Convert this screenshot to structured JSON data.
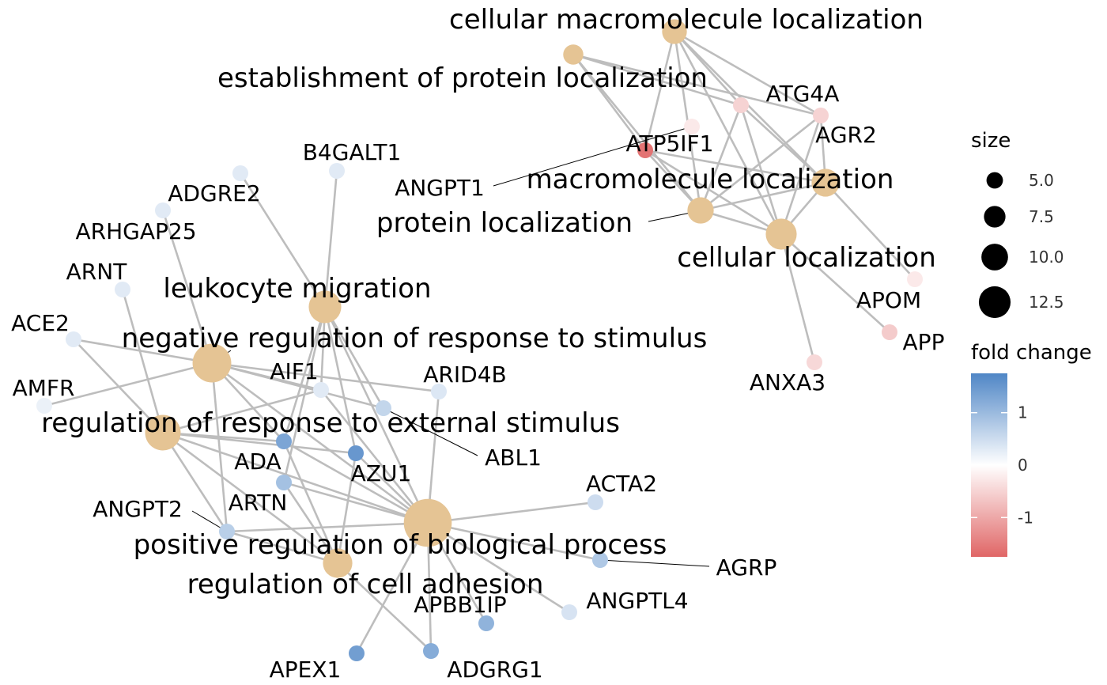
{
  "colors": {
    "term": "#E5C494",
    "edge": "#BDBDBD",
    "scale_high": "#4F86C6",
    "scale_mid": "#FFFFFF",
    "scale_low": "#E06666"
  },
  "terms": [
    {
      "id": "t_cml",
      "label": "cellular macromolecule localization",
      "size": 6.5
    },
    {
      "id": "t_epl",
      "label": "establishment of protein localization",
      "size": 5.0
    },
    {
      "id": "t_ml",
      "label": "macromolecule localization",
      "size": 7.5
    },
    {
      "id": "t_pl",
      "label": "protein localization",
      "size": 7.0
    },
    {
      "id": "t_cl",
      "label": "cellular localization",
      "size": 8.5
    },
    {
      "id": "t_lm",
      "label": "leukocyte migration",
      "size": 9.0
    },
    {
      "id": "t_nrrs",
      "label": "negative regulation of response to stimulus",
      "size": 11.0
    },
    {
      "id": "t_rres",
      "label": "regulation of response to external stimulus",
      "size": 10.0
    },
    {
      "id": "t_prbp",
      "label": "positive regulation of biological process",
      "size": 14.0
    },
    {
      "id": "t_rca",
      "label": "regulation of cell adhesion",
      "size": 8.0
    }
  ],
  "genes": [
    {
      "id": "CML_hidden",
      "label": "",
      "fold_change": 0
    },
    {
      "id": "ATG4A",
      "label": "ATG4A",
      "fold_change": -0.5
    },
    {
      "id": "AGR2",
      "label": "AGR2",
      "fold_change": -0.5
    },
    {
      "id": "ATP5IF1",
      "label": "ATP5IF1",
      "fold_change": -1.6
    },
    {
      "id": "ANGPT1",
      "label": "ANGPT1",
      "fold_change": -0.25
    },
    {
      "id": "APOM",
      "label": "APOM",
      "fold_change": -0.25
    },
    {
      "id": "APP",
      "label": "APP",
      "fold_change": -0.6
    },
    {
      "id": "ANXA3",
      "label": "ANXA3",
      "fold_change": -0.45
    },
    {
      "id": "B4GALT1",
      "label": "B4GALT1",
      "fold_change": 0.3
    },
    {
      "id": "ADGRE2",
      "label": "ADGRE2",
      "fold_change": 0.3
    },
    {
      "id": "ARHGAP25",
      "label": "ARHGAP25",
      "fold_change": 0.3
    },
    {
      "id": "ARNT",
      "label": "ARNT",
      "fold_change": 0.3
    },
    {
      "id": "ACE2",
      "label": "ACE2",
      "fold_change": 0.3
    },
    {
      "id": "AMFR",
      "label": "AMFR",
      "fold_change": 0.2
    },
    {
      "id": "AIF1",
      "label": "AIF1",
      "fold_change": 0.3
    },
    {
      "id": "ARID4B",
      "label": "ARID4B",
      "fold_change": 0.35
    },
    {
      "id": "ABL1",
      "label": "ABL1",
      "fold_change": 0.6
    },
    {
      "id": "ADA",
      "label": "ADA",
      "fold_change": 1.3
    },
    {
      "id": "AZU1",
      "label": "AZU1",
      "fold_change": 1.5
    },
    {
      "id": "ARTN",
      "label": "ARTN",
      "fold_change": 0.9
    },
    {
      "id": "ANGPT2",
      "label": "ANGPT2",
      "fold_change": 0.7
    },
    {
      "id": "ACTA2",
      "label": "ACTA2",
      "fold_change": 0.5
    },
    {
      "id": "AGRP",
      "label": "AGRP",
      "fold_change": 0.8
    },
    {
      "id": "ANGPTL4",
      "label": "ANGPTL4",
      "fold_change": 0.4
    },
    {
      "id": "APBB1IP",
      "label": "APBB1IP",
      "fold_change": 1.1
    },
    {
      "id": "APEX1",
      "label": "APEX1",
      "fold_change": 1.4
    },
    {
      "id": "ADGRG1",
      "label": "ADGRG1",
      "fold_change": 1.2
    }
  ],
  "edges": [
    [
      "t_cml",
      "CML_hidden"
    ],
    [
      "t_cml",
      "ATG4A"
    ],
    [
      "t_cml",
      "AGR2"
    ],
    [
      "t_cml",
      "ATP5IF1"
    ],
    [
      "t_cml",
      "t_ml"
    ],
    [
      "t_cml",
      "t_cl"
    ],
    [
      "t_cml",
      "t_pl"
    ],
    [
      "t_epl",
      "ATG4A"
    ],
    [
      "t_epl",
      "ATP5IF1"
    ],
    [
      "t_epl",
      "t_pl"
    ],
    [
      "t_epl",
      "AGR2"
    ],
    [
      "t_ml",
      "ATG4A"
    ],
    [
      "t_ml",
      "AGR2"
    ],
    [
      "t_ml",
      "ATP5IF1"
    ],
    [
      "t_ml",
      "t_cl"
    ],
    [
      "t_ml",
      "APOM"
    ],
    [
      "t_ml",
      "t_pl"
    ],
    [
      "t_pl",
      "ATG4A"
    ],
    [
      "t_pl",
      "ATP5IF1"
    ],
    [
      "t_pl",
      "AGR2"
    ],
    [
      "t_cl",
      "ATG4A"
    ],
    [
      "t_cl",
      "AGR2"
    ],
    [
      "t_cl",
      "ATP5IF1"
    ],
    [
      "t_cl",
      "APP"
    ],
    [
      "t_cl",
      "ANXA3"
    ],
    [
      "t_cl",
      "t_pl"
    ],
    [
      "t_lm",
      "B4GALT1"
    ],
    [
      "t_lm",
      "ADGRE2"
    ],
    [
      "t_lm",
      "AIF1"
    ],
    [
      "t_lm",
      "ADA"
    ],
    [
      "t_lm",
      "AZU1"
    ],
    [
      "t_lm",
      "ARTN"
    ],
    [
      "t_lm",
      "ABL1"
    ],
    [
      "t_lm",
      "t_prbp"
    ],
    [
      "t_nrrs",
      "ARHGAP25"
    ],
    [
      "t_nrrs",
      "ACE2"
    ],
    [
      "t_nrrs",
      "AMFR"
    ],
    [
      "t_nrrs",
      "AIF1"
    ],
    [
      "t_nrrs",
      "ARID4B"
    ],
    [
      "t_nrrs",
      "ADA"
    ],
    [
      "t_nrrs",
      "t_prbp"
    ],
    [
      "t_nrrs",
      "ANGPT2"
    ],
    [
      "t_nrrs",
      "ABL1"
    ],
    [
      "t_rres",
      "ARNT"
    ],
    [
      "t_rres",
      "ACE2"
    ],
    [
      "t_rres",
      "ADA"
    ],
    [
      "t_rres",
      "AZU1"
    ],
    [
      "t_rres",
      "ANGPT2"
    ],
    [
      "t_rres",
      "t_prbp"
    ],
    [
      "t_rres",
      "AIF1"
    ],
    [
      "t_rres",
      "t_rca"
    ],
    [
      "t_prbp",
      "ADA"
    ],
    [
      "t_prbp",
      "AZU1"
    ],
    [
      "t_prbp",
      "ARID4B"
    ],
    [
      "t_prbp",
      "ACTA2"
    ],
    [
      "t_prbp",
      "AGRP"
    ],
    [
      "t_prbp",
      "ANGPTL4"
    ],
    [
      "t_prbp",
      "APBB1IP"
    ],
    [
      "t_prbp",
      "APEX1"
    ],
    [
      "t_prbp",
      "ADGRG1"
    ],
    [
      "t_prbp",
      "ANGPT2"
    ],
    [
      "t_prbp",
      "ARTN"
    ],
    [
      "t_prbp",
      "AIF1"
    ],
    [
      "t_rca",
      "ADA"
    ],
    [
      "t_rca",
      "AZU1"
    ],
    [
      "t_rca",
      "ADGRG1"
    ],
    [
      "t_rca",
      "ARTN"
    ],
    [
      "t_rca",
      "ANGPT2"
    ]
  ],
  "legend": {
    "size_title": "size",
    "size_items": [
      {
        "label": "5.0",
        "size": 5.0
      },
      {
        "label": "7.5",
        "size": 7.5
      },
      {
        "label": "10.0",
        "size": 10.0
      },
      {
        "label": "12.5",
        "size": 12.5
      }
    ],
    "color_title": "fold change",
    "color_ticks": [
      {
        "label": "1",
        "value": 1
      },
      {
        "label": "0",
        "value": 0
      },
      {
        "label": "-1",
        "value": -1
      }
    ],
    "color_range": [
      -1.75,
      1.75
    ]
  }
}
